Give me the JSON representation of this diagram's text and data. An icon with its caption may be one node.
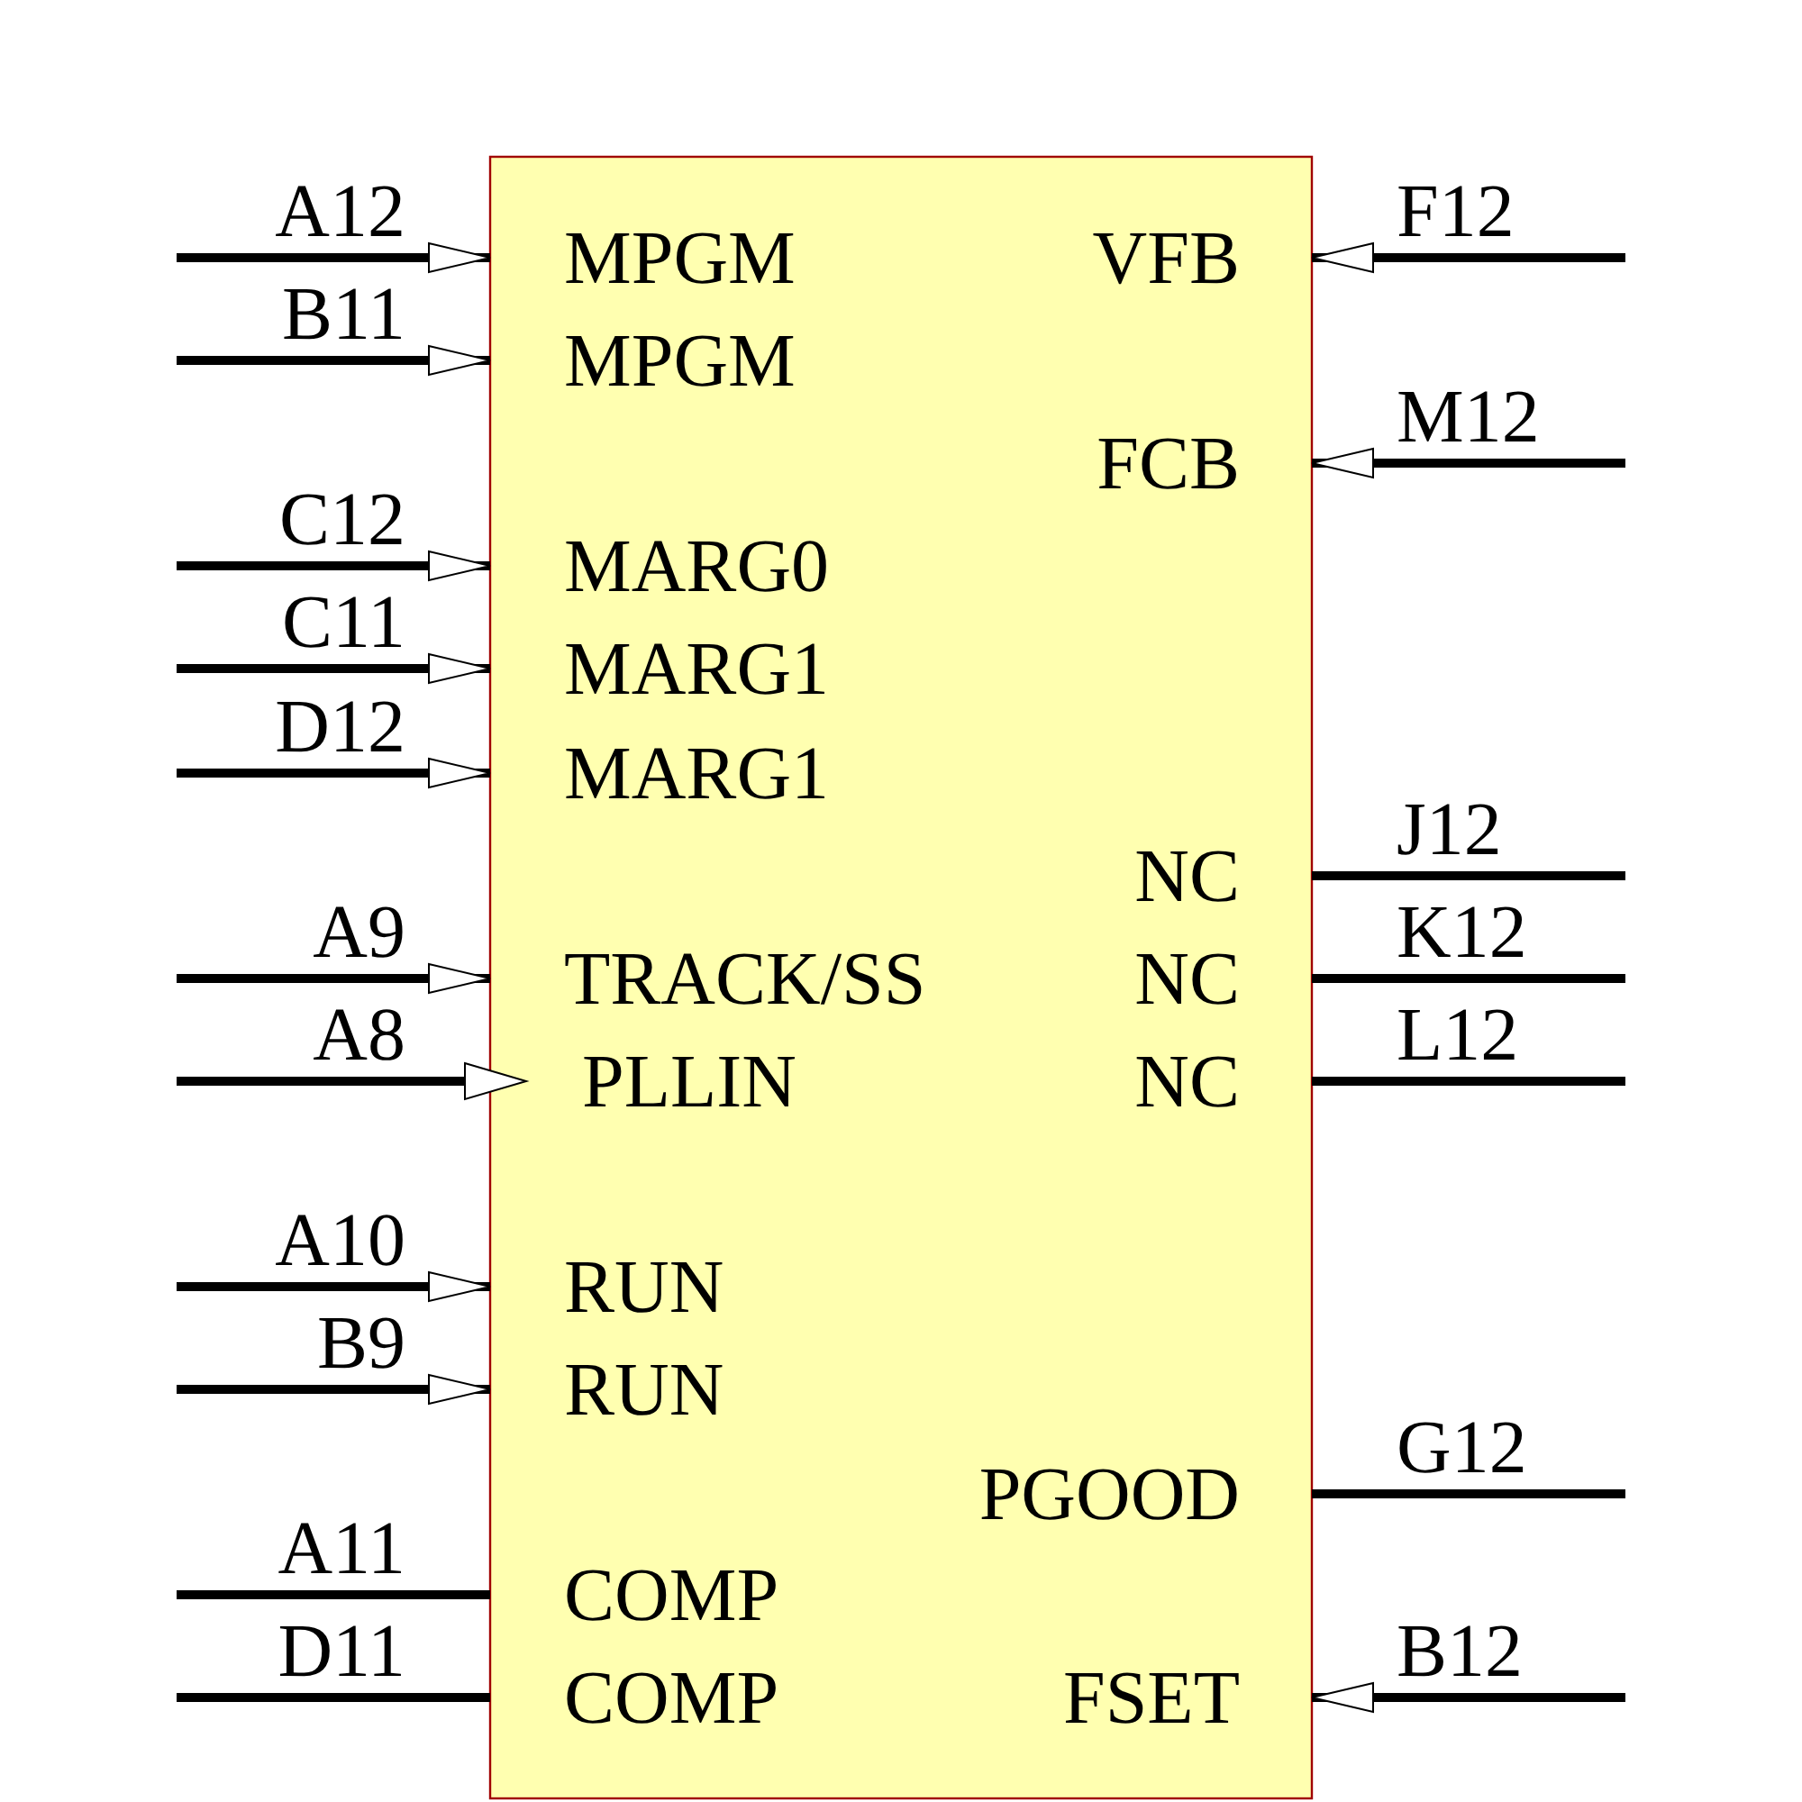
{
  "diagram": {
    "labels": [
      "A12",
      "MPGM",
      "VFB",
      "F12",
      "B11",
      "MPGM",
      "FCB",
      "M12",
      "C12",
      "MARG0",
      "C11",
      "MARG1",
      "D12",
      "MARG1",
      "NC",
      "J12",
      "A9",
      "TRACK/SS",
      "NC",
      "K12",
      "A8",
      "PLLIN",
      "NC",
      "L12",
      "A10",
      "RUN",
      "B9",
      "RUN",
      "PGOOD",
      "G12",
      "A11",
      "COMP",
      "D11",
      "COMP",
      "FSET",
      "B12"
    ]
  }
}
